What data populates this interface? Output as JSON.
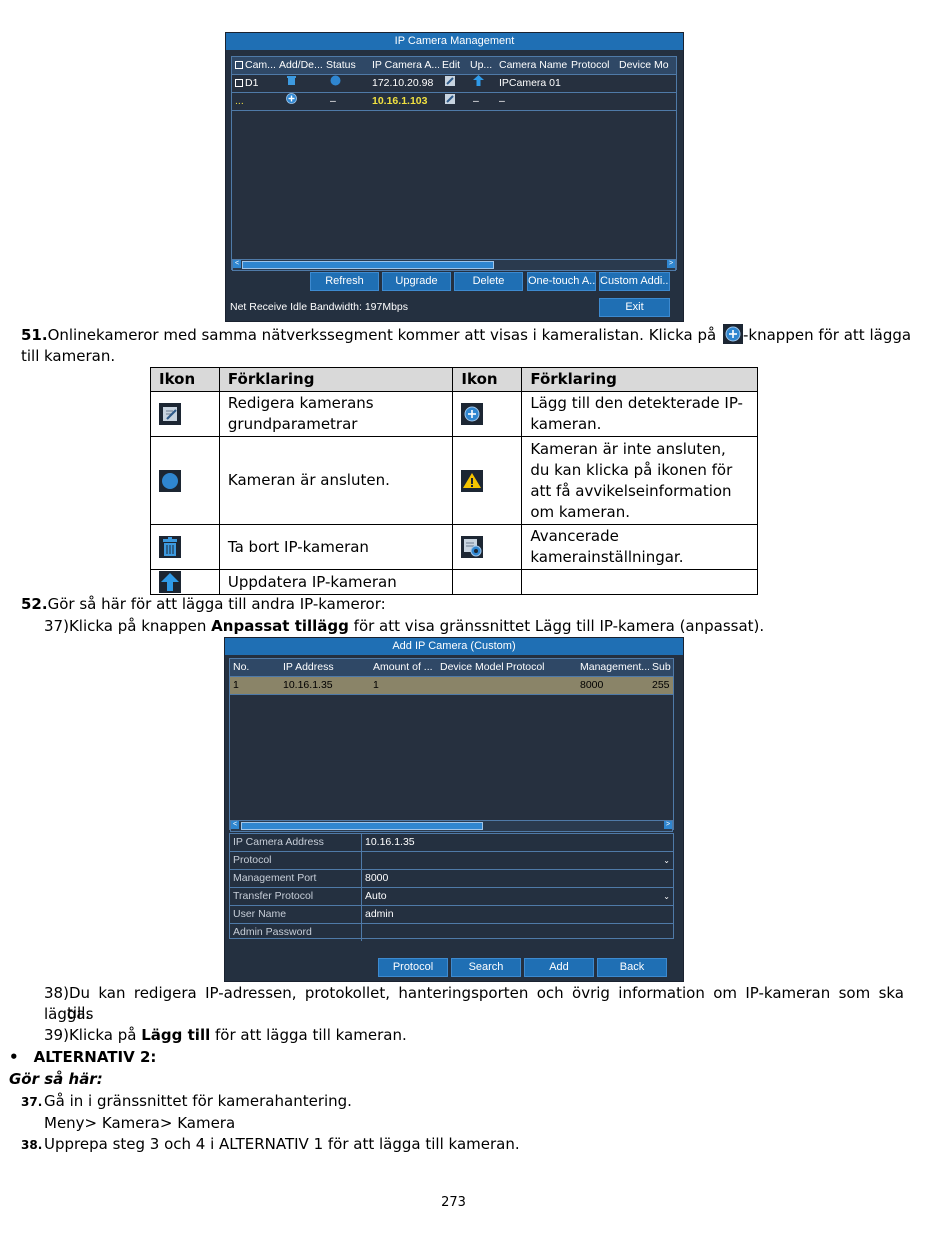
{
  "panel1": {
    "title": "IP Camera Management",
    "headers": [
      "Cam...",
      "Add/De...",
      "Status",
      "IP Camera A...",
      "Edit",
      "Up...",
      "Camera Name",
      "Protocol",
      "Device Mo"
    ],
    "row1": {
      "cam": "D1",
      "ip": "172.10.20.98",
      "name": "IPCamera 01"
    },
    "row2": {
      "cam": "...",
      "status": "–",
      "ip": "10.16.1.103",
      "up": "–",
      "name": "–"
    },
    "buttons": [
      "Refresh",
      "Upgrade",
      "Delete",
      "One-touch A...",
      "Custom Addi..."
    ],
    "bandwidth": "Net Receive Idle Bandwidth: 197Mbps",
    "exit": "Exit"
  },
  "step51": {
    "num": "51.",
    "text_a": "Onlinekameror med samma nätverkssegment kommer att visas i kameralistan. Klicka på",
    "text_b": "-knappen för att lägga till",
    "text_c": "kameran."
  },
  "table": {
    "h_icon": "Ikon",
    "h_expl": "Förklaring",
    "r1a": "Redigera kamerans grundparametrar",
    "r1b": "Lägg till den detekterade IP-kameran.",
    "r2a": "Kameran är ansluten.",
    "r2b": "Kameran är inte ansluten, du kan klicka på ikonen för att få avvikelseinformation om kameran.",
    "r3a": "Ta bort IP-kameran",
    "r3b": "Avancerade kamerainställningar.",
    "r4a": "Uppdatera IP-kameran"
  },
  "step52": {
    "num": "52.",
    "text": "Gör så här för att lägga till andra IP-kameror:",
    "s37_num": "37)",
    "s37_pre": "Klicka på knappen ",
    "s37_bold": "Anpassat tillägg",
    "s37_post": " för att visa gränssnittet Lägg till IP-kamera (anpassat)."
  },
  "panel2": {
    "title": "Add IP Camera (Custom)",
    "headers": [
      "No.",
      "IP Address",
      "Amount of ...",
      "Device Model",
      "Protocol",
      "Management...",
      "Sub"
    ],
    "row": {
      "no": "1",
      "ip": "10.16.1.35",
      "amount": "1",
      "port": "8000",
      "sub": "255"
    },
    "form": [
      {
        "label": "IP Camera Address",
        "value": "10.16.1.35"
      },
      {
        "label": "Protocol",
        "value": ""
      },
      {
        "label": "Management Port",
        "value": "8000"
      },
      {
        "label": "Transfer Protocol",
        "value": "Auto"
      },
      {
        "label": "User Name",
        "value": "admin"
      },
      {
        "label": "Admin Password",
        "value": ""
      }
    ],
    "buttons": [
      "Protocol",
      "Search",
      "Add",
      "Back"
    ]
  },
  "step38": {
    "num": "38)",
    "text_a": "Du kan redigera IP-adressen, protokollet, hanteringsporten och övrig information om IP-kameran som ska läggas",
    "text_b": "till."
  },
  "step39": {
    "num": "39)",
    "pre": "Klicka på ",
    "bold": "Lägg till",
    "post": " för att lägga till kameran."
  },
  "alt2": {
    "bullet": "•",
    "title": "ALTERNATIV 2:",
    "subtitle": "Gör så här:"
  },
  "s37b": {
    "num": "37.",
    "text": "Gå in i gränssnittet för kamerahantering.",
    "menu": "Meny> Kamera> Kamera"
  },
  "s38b": {
    "num": "38.",
    "text": "Upprepa steg 3 och 4 i ALTERNATIV 1 för att lägga till kameran."
  },
  "page_number": "273"
}
